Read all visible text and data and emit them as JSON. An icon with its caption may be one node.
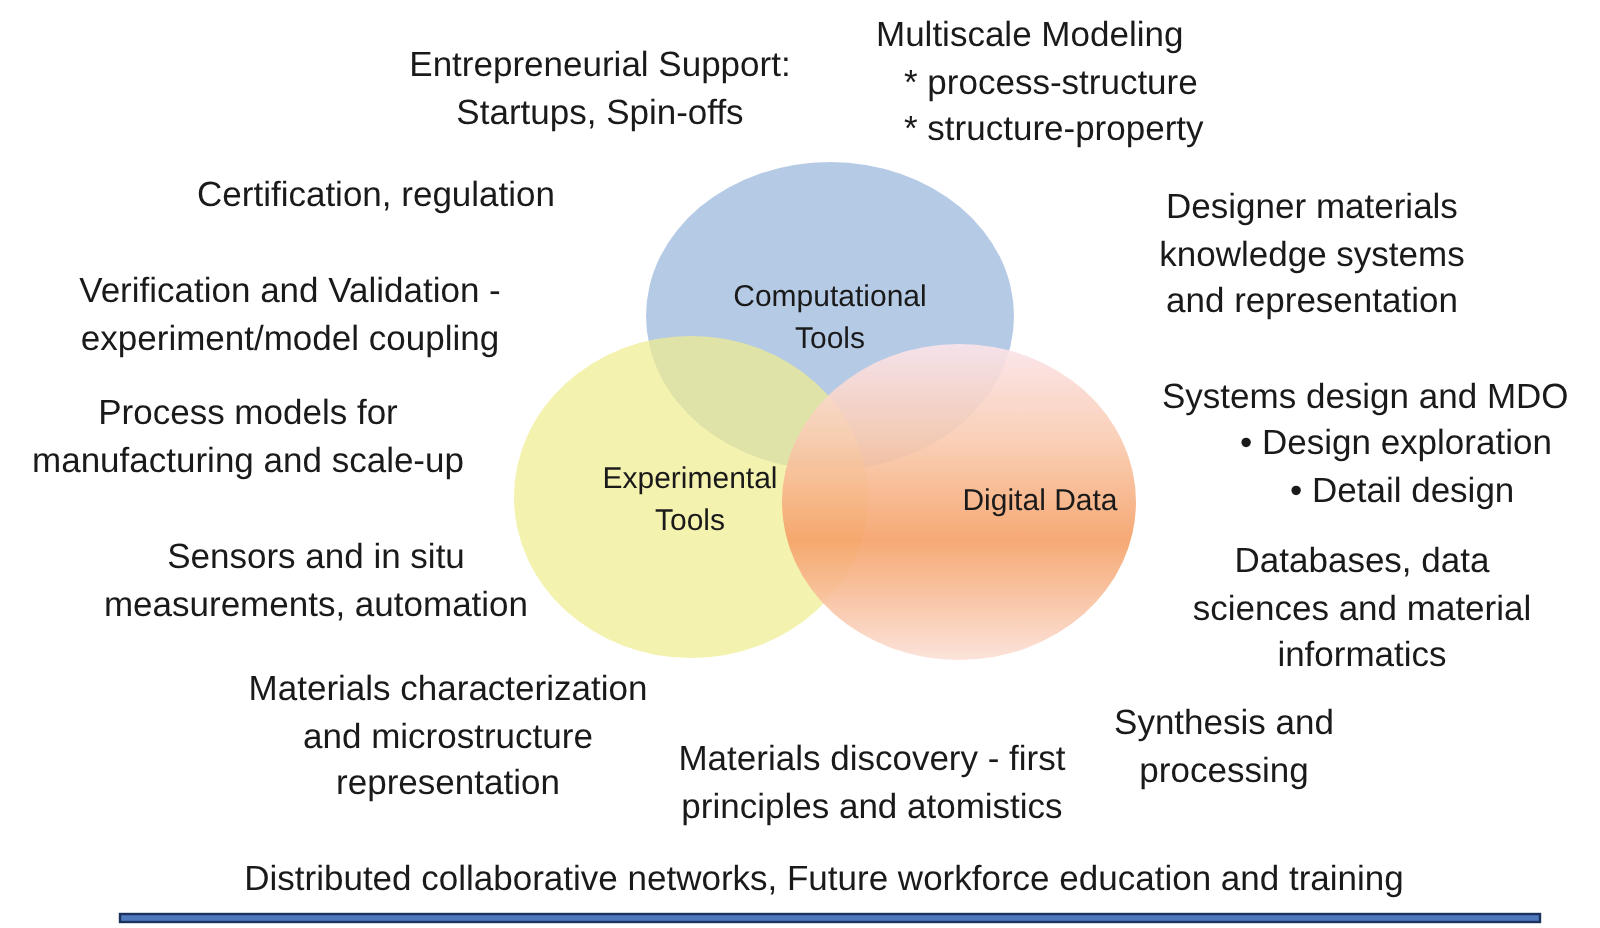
{
  "diagram": {
    "nodes": [
      {
        "text": [
          "Computational Tools"
        ]
      },
      {
        "text": [
          "Experimental Tools"
        ]
      },
      {
        "text": [
          "Digital Data"
        ]
      }
    ],
    "labels": [
      "Entrepreneurial Support: Startups, Spin-offs",
      "Multiscale Modeling",
      "* process-structure",
      "* structure-property",
      "Certification, regulation",
      "Designer materials knowledge systems and representation",
      "Verification and Validation - experiment/model coupling",
      "Systems design and MDO",
      "• Design exploration",
      "• Detail design",
      "Process models for manufacturing and scale-up",
      "Databases, data sciences and material informatics",
      "Sensors and in situ measurements, automation",
      "Materials characterization and microstructure representation",
      "Synthesis and processing",
      "Materials discovery - first principles and atomistics",
      "Distributed collaborative networks, Future workforce education and training"
    ]
  }
}
